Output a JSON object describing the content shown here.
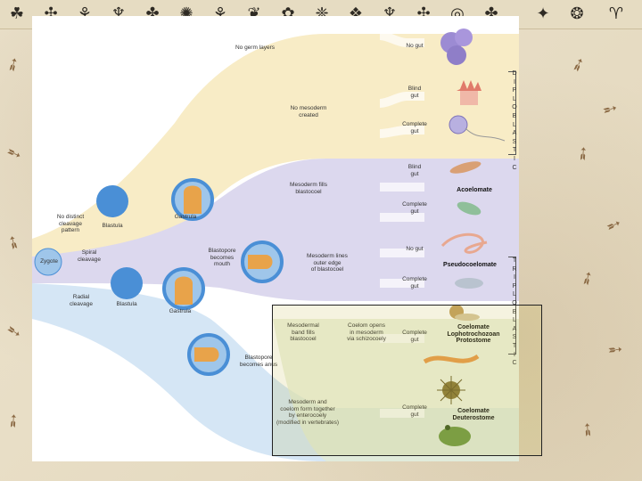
{
  "diagram": {
    "top_icons": [
      "frog-glyph",
      "lizard-glyph",
      "plant-glyph",
      "figure-glyph",
      "bug-glyph",
      "crab-glyph",
      "plant-glyph",
      "leaf-glyph",
      "snail-glyph",
      "beetle-glyph",
      "shell-glyph",
      "figure-glyph",
      "lizard-glyph",
      "circle-glyph",
      "bug-glyph",
      "fish-glyph",
      "shell-glyph",
      "goat-glyph"
    ],
    "labels": {
      "no_germ_layers": "No germ layers",
      "no_mesoderm": "No mesoderm\ncreated",
      "mesoderm_fills": "Mesoderm fills\nblastocoel",
      "mesoderm_lines": "Mesoderm lines\nouter edge\nof blastocoel",
      "no_distinct_cleavage": "No distinct\ncleavage\npattern",
      "spiral_cleavage": "Spiral\ncleavage",
      "radial_cleavage": "Radial\ncleavage",
      "zygote": "Zygote",
      "blastula_top": "Blastula",
      "blastula_bottom": "Blastula",
      "gastrula_top": "Gastrula",
      "gastrula_bottom": "Gastrula",
      "blastopore_mouth": "Blastopore\nbecomes\nmouth",
      "blastopore_anus": "Blastopore\nbecomes anus",
      "mesodermal_band": "Mesodermal\nband fills\nblastocoel",
      "coelom_schizocoely": "Coelom opens\nin mesoderm\nvia schizocoely",
      "mesoderm_coelom_enterocoely": "Mesoderm and\ncoelom form together\nby enterocoely\n(modified in vertebrates)",
      "no_gut_1": "No gut",
      "blind_gut_1": "Blind\ngut",
      "complete_gut_1": "Complete\ngut",
      "blind_gut_2": "Blind\ngut",
      "complete_gut_2": "Complete\ngut",
      "no_gut_2": "No gut",
      "complete_gut_3": "Complete\ngut",
      "complete_gut_4": "Complete\ngut",
      "complete_gut_5": "Complete\ngut",
      "acoelomate": "Acoelomate",
      "pseudocoelomate": "Pseudocoelomate",
      "coelomate_lopho": "Coelomate\nLophotrochozoan\nProtostome",
      "coelomate_deut": "Coelomate\nDeuterostome",
      "diploblastic": "D\nI\nP\nL\nO\nB\nL\nA\nS\nT\nI\nC",
      "triploblastic": "T\nR\nI\nP\nL\nO\nB\nL\nA\nS\nT\nI\nC"
    },
    "colors": {
      "band_yellow": "#f8ecc6",
      "band_purple": "#dcd8ee",
      "band_blue": "#d5e6f5",
      "band_green": "#e6edd0",
      "embryo_blue": "#4a8fd6",
      "embryo_orange": "#e8a34a"
    }
  }
}
